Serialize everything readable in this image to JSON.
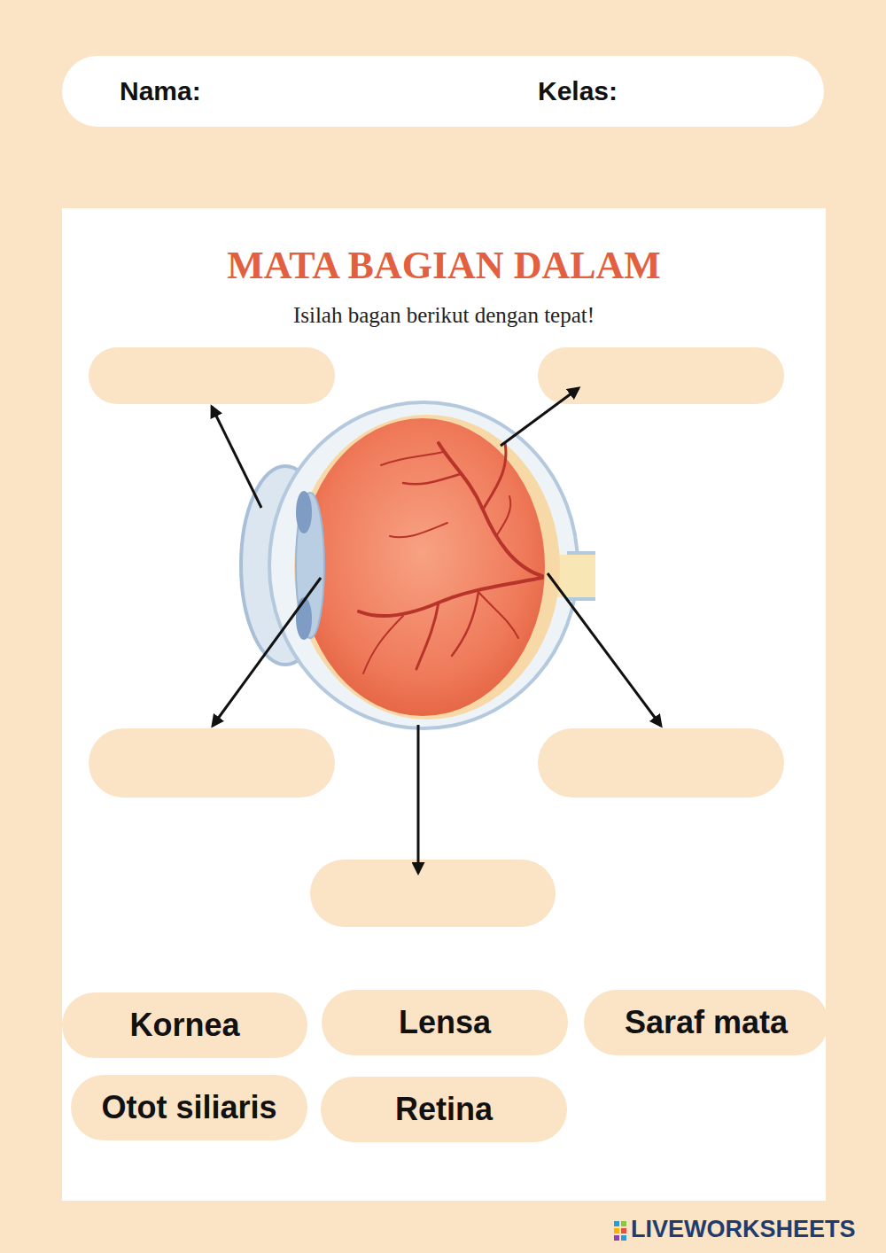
{
  "diagram": {
    "title": "MATA BAGIAN DALAM",
    "nodes": [
      {
        "text": [
          "Nama:",
          "Kelas:"
        ]
      },
      {
        "text": [
          "Kornea"
        ]
      },
      {
        "text": [
          "Lensa"
        ]
      },
      {
        "text": [
          "Saraf mata"
        ]
      },
      {
        "text": [
          "Otot siliaris"
        ]
      },
      {
        "text": [
          "Retina"
        ]
      }
    ],
    "labels": [
      "Isilah bagan berikut dengan tepat!",
      "LIVEWORKSHEETS"
    ]
  }
}
